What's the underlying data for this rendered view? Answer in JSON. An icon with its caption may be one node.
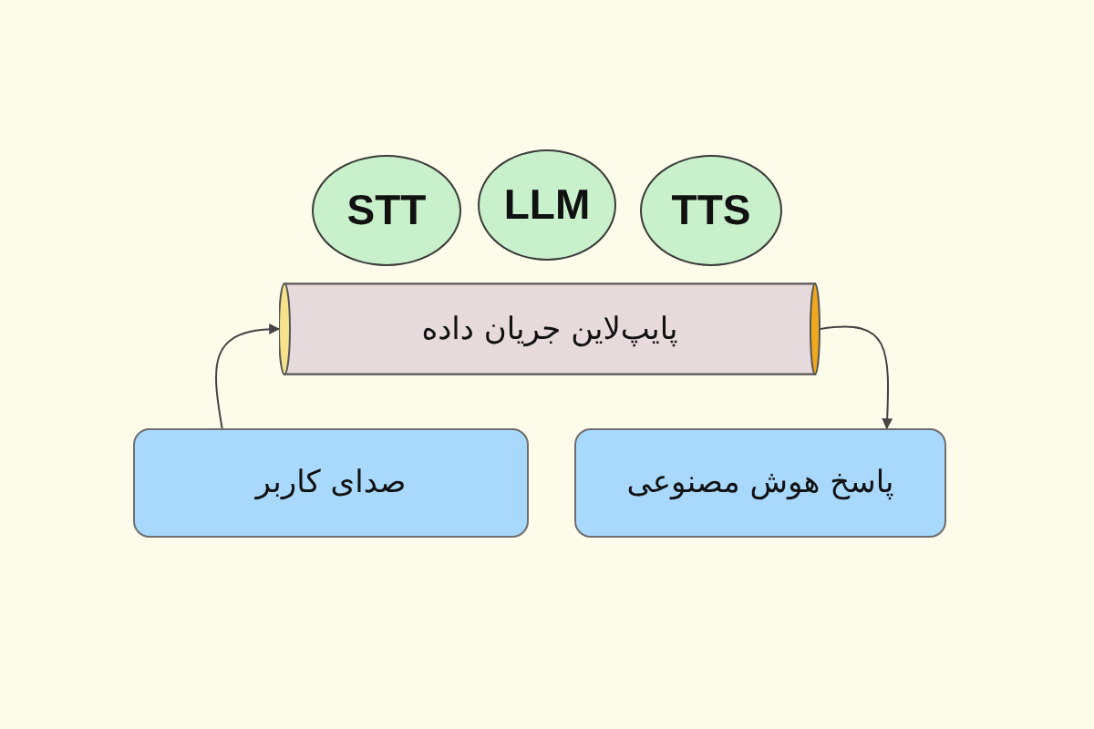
{
  "diagram": {
    "nodes": [
      {
        "text": [
          "STT"
        ]
      },
      {
        "text": [
          "LLM"
        ]
      },
      {
        "text": [
          "TTS"
        ]
      },
      {
        "text": [
          "پایپ‌لاین جریان داده"
        ]
      },
      {
        "text": [
          "صدای کاربر"
        ]
      },
      {
        "text": [
          "پاسخ هوش مصنوعی"
        ]
      }
    ],
    "edges": [
      {
        "from": 4,
        "to": 3,
        "arrow": "to"
      },
      {
        "from": 3,
        "to": 5,
        "arrow": "to"
      }
    ]
  }
}
